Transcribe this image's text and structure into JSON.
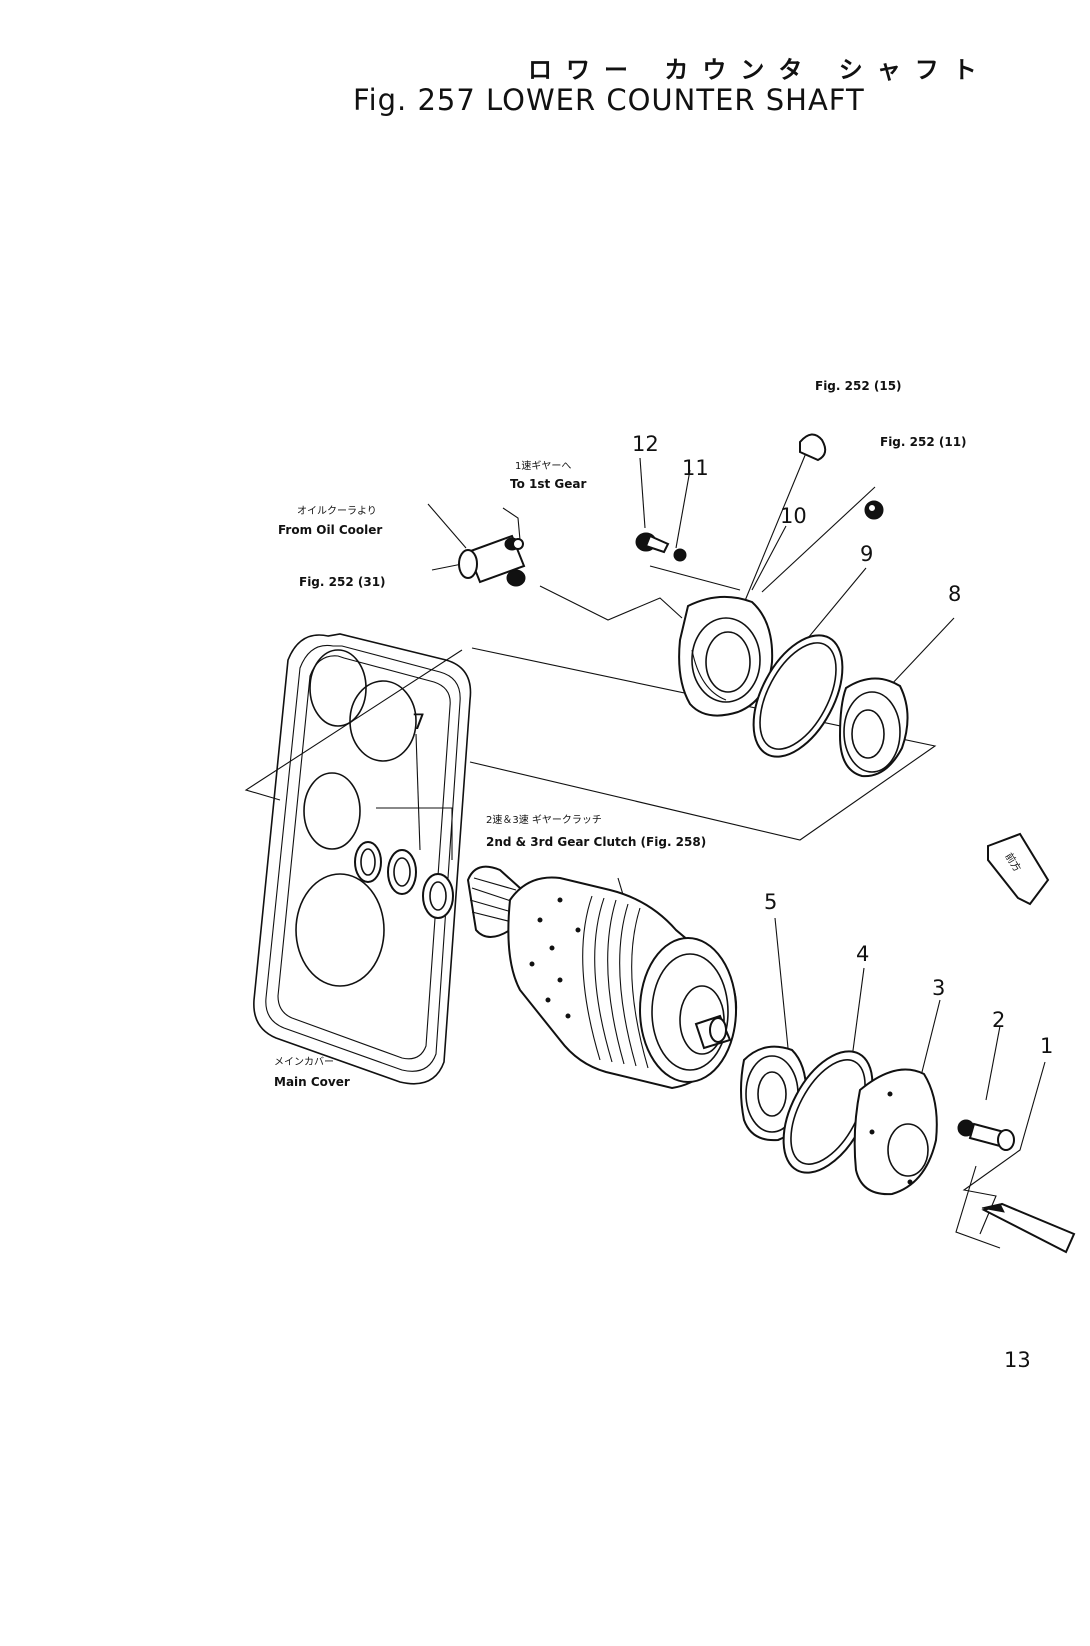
{
  "title": {
    "japanese": "ロワー カウンタ シャフト",
    "english": "Fig. 257  LOWER COUNTER SHAFT"
  },
  "labels": {
    "fig252_15": "Fig. 252 (15)",
    "fig252_11": "Fig. 252 (11)",
    "to_1st_gear_jp": "1速ギヤーへ",
    "to_1st_gear": "To 1st Gear",
    "from_oil_cooler_jp": "オイルクーラより",
    "from_oil_cooler": "From Oil Cooler",
    "fig252_31": "Fig. 252 (31)",
    "clutch_jp": "2速＆3速 ギヤークラッチ",
    "clutch": "2nd & 3rd Gear Clutch (Fig. 258)",
    "main_cover_jp": "メインカバー",
    "main_cover": "Main Cover",
    "front_tag": "前方"
  },
  "part_numbers": [
    "1",
    "2",
    "3",
    "4",
    "5",
    "7",
    "8",
    "9",
    "10",
    "11",
    "12",
    "13"
  ]
}
